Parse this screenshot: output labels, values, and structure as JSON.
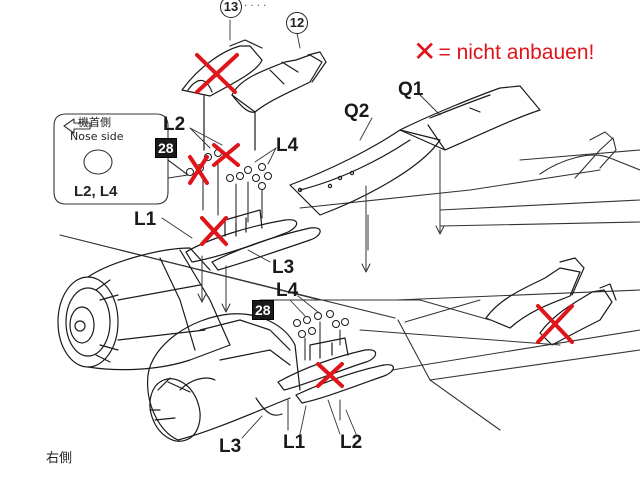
{
  "legend": {
    "mark": "✕",
    "text": "= nicht anbauen!"
  },
  "part_numbers": {
    "top": "13",
    "second": "12"
  },
  "badges": {
    "upper": "28",
    "lower": "28"
  },
  "inset": {
    "line1": "機首側",
    "line2": "Nose side",
    "parts": "L2, L4"
  },
  "labels": {
    "q1": "Q1",
    "q2": "Q2",
    "l2_upper": "L2",
    "l4_upper": "L4",
    "l1_upper": "L1",
    "l3_upper": "L3",
    "l4_lower": "L4",
    "l3_lower": "L3",
    "l1_lower": "L1",
    "l2_lower": "L2"
  },
  "side_label": "右側",
  "colors": {
    "line": "#1a1a1a",
    "reject": "#e0141b",
    "shade": "#c8c8c8"
  }
}
